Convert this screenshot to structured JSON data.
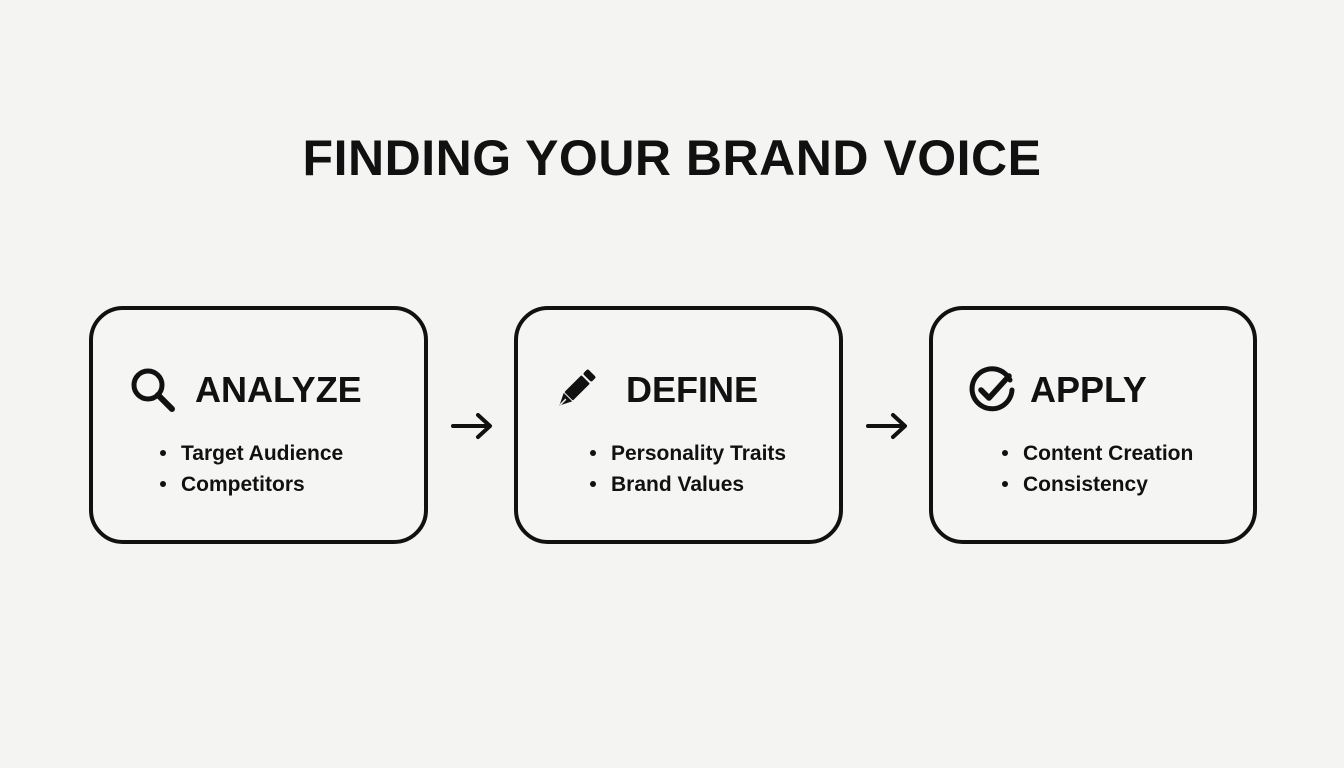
{
  "title": "FINDING YOUR BRAND VOICE",
  "colors": {
    "background": "#f4f4f3",
    "ink": "#111111"
  },
  "steps": [
    {
      "icon": "magnifying-glass-icon",
      "title": "ANALYZE",
      "items": [
        "Target Audience",
        "Competitors"
      ]
    },
    {
      "icon": "pen-icon",
      "title": "DEFINE",
      "items": [
        "Personality Traits",
        "Brand Values"
      ]
    },
    {
      "icon": "check-circle-icon",
      "title": "APPLY",
      "items": [
        "Content Creation",
        "Consistency"
      ]
    }
  ],
  "connectors": [
    "arrow-right-icon",
    "arrow-right-icon"
  ]
}
